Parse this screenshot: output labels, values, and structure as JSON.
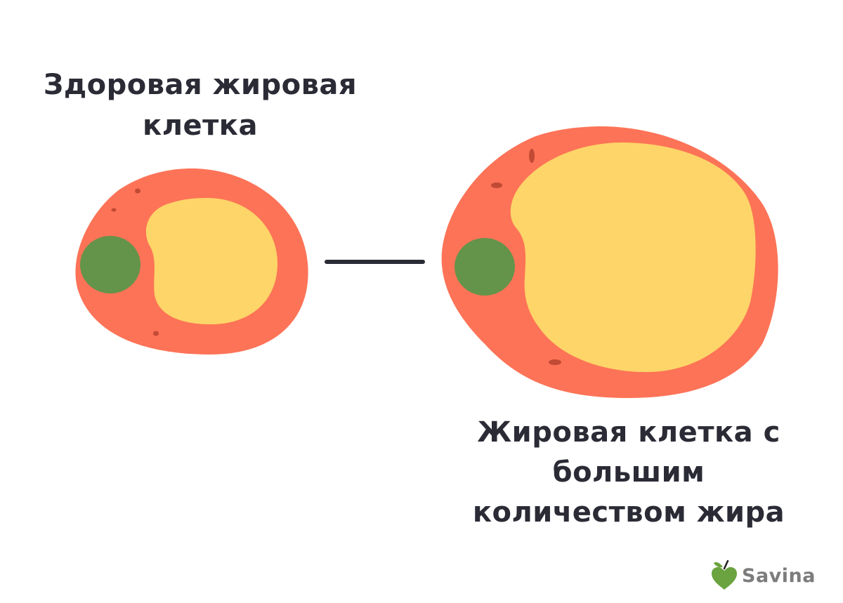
{
  "labels": {
    "healthy_cell": "Здоровая жировая клетка",
    "large_cell": "Жировая клетка с большим количеством жира"
  },
  "connector": "dash-line",
  "logo": {
    "icon": "apple-heart-icon",
    "text": "Savina"
  },
  "colors": {
    "membrane": "#fd7357",
    "fat_droplet": "#fdd568",
    "nucleus": "#64944a",
    "organelle": "#c14a35",
    "text": "#2a2b35",
    "logo_green": "#6aa33f",
    "logo_text": "#7c7c7c"
  }
}
